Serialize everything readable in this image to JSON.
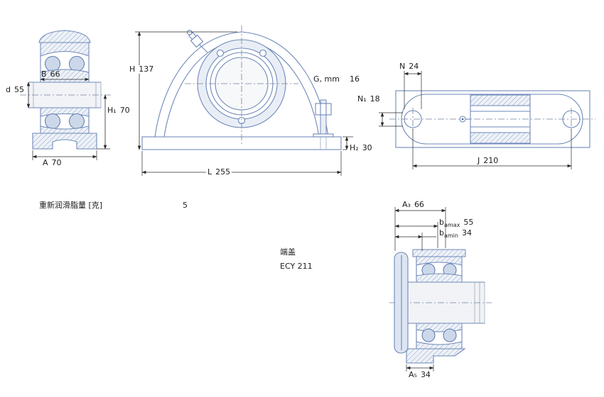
{
  "drawing": {
    "type": "bearing-unit-dimensional-drawing",
    "background": "#ffffff"
  },
  "colors": {
    "part_outline": "#6e88b8",
    "dimension_lines": "#2b2b2b",
    "hatch_lines": "#8ba0c4",
    "roller_fill": "#ccd8ea",
    "light_fill": "#e9eef6"
  },
  "dimensions": {
    "B": {
      "label": "B",
      "value": "66"
    },
    "d": {
      "label": "d",
      "value": "55"
    },
    "H1": {
      "label": "H₁",
      "value": "70"
    },
    "A": {
      "label": "A",
      "value": "70"
    },
    "H": {
      "label": "H",
      "value": "137"
    },
    "G": {
      "label": "G, mm",
      "value": "16"
    },
    "H2": {
      "label": "H₂",
      "value": "30"
    },
    "L": {
      "label": "L",
      "value": "255"
    },
    "N": {
      "label": "N",
      "value": "24"
    },
    "N1": {
      "label": "N₁",
      "value": "18"
    },
    "J": {
      "label": "J",
      "value": "210"
    },
    "A3": {
      "label": "A₃",
      "value": "66"
    },
    "bamax": {
      "base": "b",
      "sub": "amax",
      "value": "55"
    },
    "bamin": {
      "base": "b",
      "sub": "amin",
      "value": "34"
    },
    "A5": {
      "label": "A₅",
      "value": "34"
    }
  },
  "annotations": {
    "grease": {
      "label": "重新润滑脂量 [克]",
      "value": "5"
    },
    "endcap": {
      "label": "端盖",
      "value": "ECY 211"
    }
  }
}
